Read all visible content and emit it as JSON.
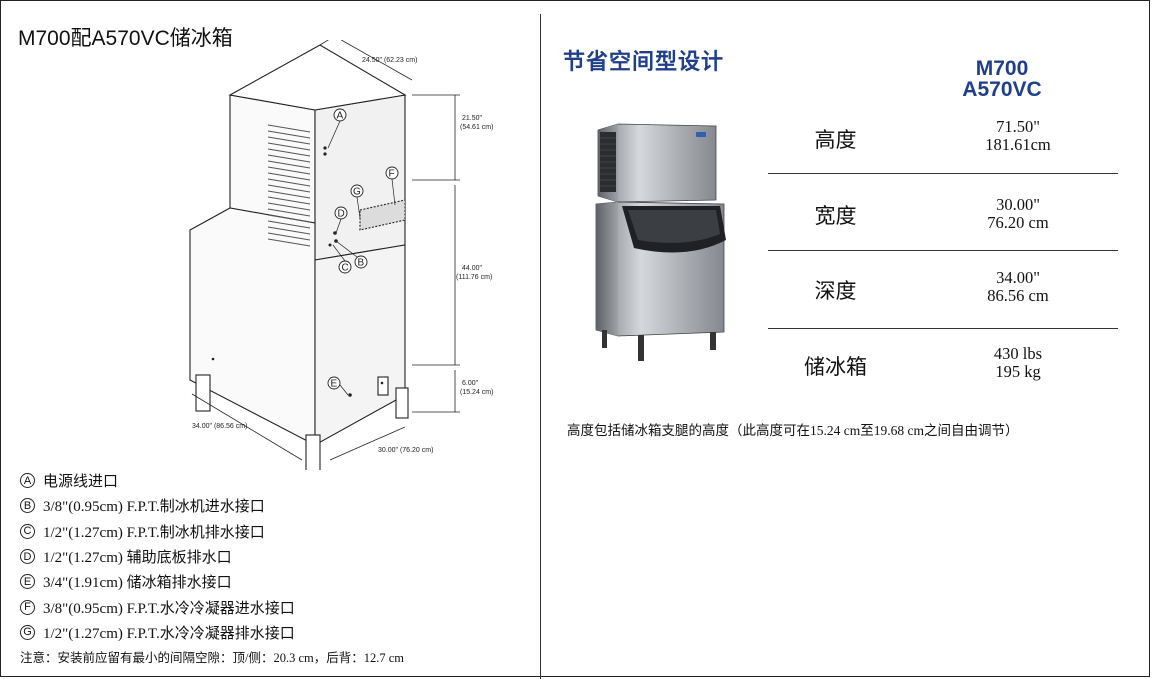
{
  "left": {
    "title": "M700配A570VC储冰箱",
    "dims": {
      "width_top": "24.50\" (62.23 cm)",
      "height_top": "21.50\"",
      "height_top_cm": "(54.61 cm)",
      "height_bin": "44.00\"",
      "height_bin_cm": "(111.76 cm)",
      "legs": "6.00\"",
      "legs_cm": "(15.24 cm)",
      "depth": "34.00\" (86.56 cm)",
      "width": "30.00\" (76.20 cm)"
    },
    "callouts": {
      "a": "A",
      "b": "B",
      "c": "C",
      "d": "D",
      "e": "E",
      "f": "F",
      "g": "G"
    },
    "legend": [
      {
        "letter": "A",
        "text": "电源线进口"
      },
      {
        "letter": "B",
        "text": "3/8\"(0.95cm) F.P.T.制冰机进水接口"
      },
      {
        "letter": "C",
        "text": "1/2\"(1.27cm) F.P.T.制冰机排水接口"
      },
      {
        "letter": "D",
        "text": "1/2\"(1.27cm) 辅助底板排水口"
      },
      {
        "letter": "E",
        "text": "3/4\"(1.91cm) 储冰箱排水接口"
      },
      {
        "letter": "F",
        "text": "3/8\"(0.95cm) F.P.T.水冷冷凝器进水接口"
      },
      {
        "letter": "G",
        "text": "1/2\"(1.27cm) F.P.T.水冷冷凝器排水接口"
      }
    ],
    "note": "注意：安装前应留有最小的间隔空隙：顶/侧：20.3 cm，后背：12.7 cm"
  },
  "right": {
    "title": "节省空间型设计",
    "model_line1": "M700",
    "model_line2": "A570VC",
    "specs": [
      {
        "label": "高度",
        "value1": "71.50\"",
        "value2": "181.61cm"
      },
      {
        "label": "宽度",
        "value1": "30.00\"",
        "value2": "76.20 cm"
      },
      {
        "label": "深度",
        "value1": "34.00\"",
        "value2": "86.56 cm"
      },
      {
        "label": "储冰箱",
        "value1": "430 lbs",
        "value2": "195 kg"
      }
    ],
    "footnote": "高度包括储冰箱支腿的高度（此高度可在15.24 cm至19.68 cm之间自由调节）"
  },
  "colors": {
    "accent": "#1f3f8a",
    "line": "#333333"
  }
}
